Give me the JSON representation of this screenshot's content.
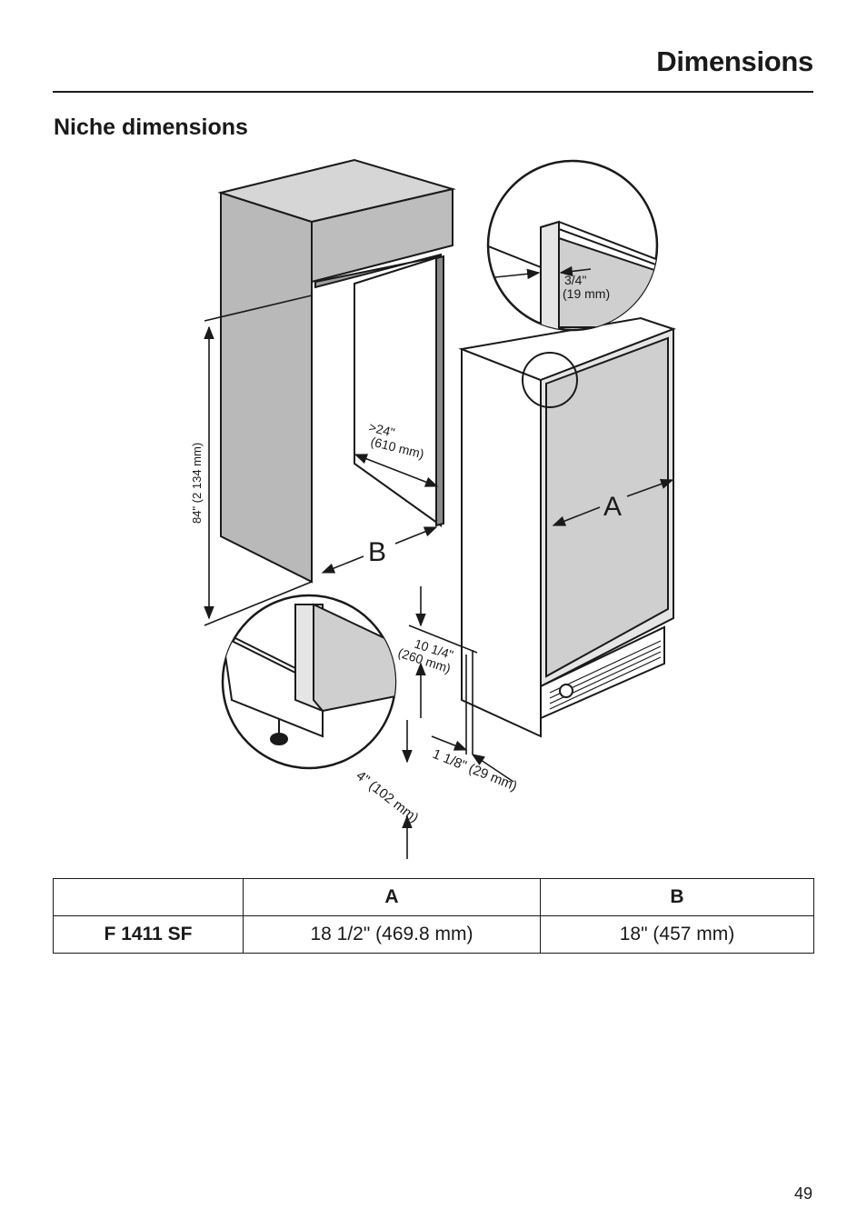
{
  "header": {
    "title": "Dimensions"
  },
  "section": {
    "heading": "Niche dimensions"
  },
  "diagram": {
    "labels": {
      "height": "84\" (2 134 mm)",
      "depth_line1": ">24\"",
      "depth_line2": "(610 mm)",
      "panel_thickness_line1": "3/4\"",
      "panel_thickness_line2": "(19 mm)",
      "plinth_line1": "10 1/4\"",
      "plinth_line2": "(260 mm)",
      "offset": "1 1/8\" (29 mm)",
      "toe_kick": "4\" (102 mm)",
      "a": "A",
      "b": "B"
    }
  },
  "table": {
    "headers": [
      "",
      "A",
      "B"
    ],
    "rows": [
      {
        "model": "F 1411 SF",
        "a": "18 1/2\" (469.8 mm)",
        "b": "18\" (457 mm)"
      }
    ]
  },
  "footer": {
    "page_number": "49"
  }
}
